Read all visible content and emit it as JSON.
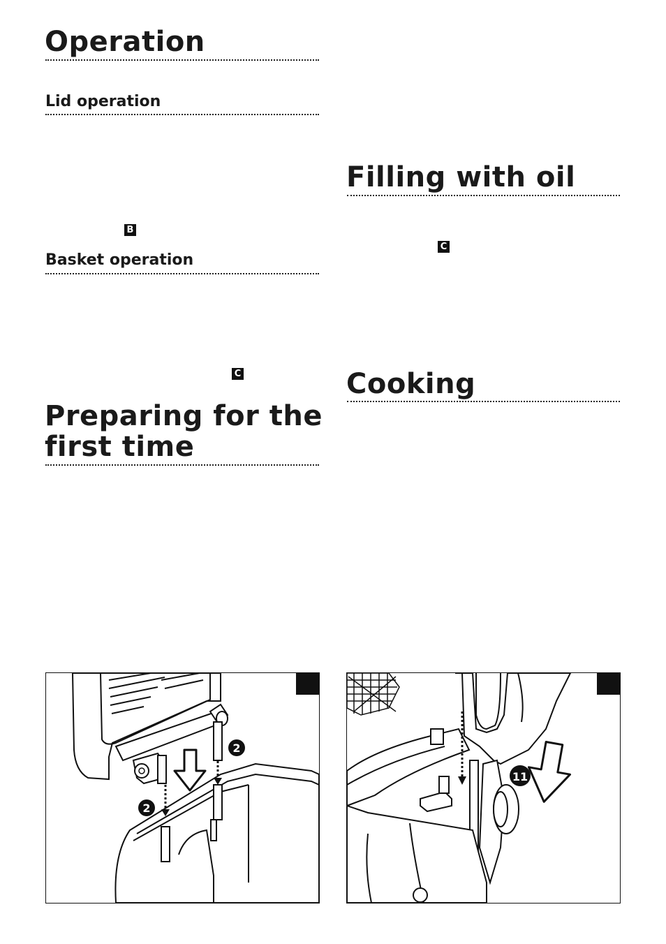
{
  "left_column": {
    "operation_heading": "Operation",
    "lid_operation_heading": "Lid operation",
    "lid_badge": "B",
    "basket_operation_heading": "Basket operation",
    "basket_badge": "C",
    "preparing_heading_line1": "Preparing for the",
    "preparing_heading_line2": "first time"
  },
  "right_column": {
    "filling_heading": "Filling with oil",
    "filling_badge": "C",
    "cooking_heading": "Cooking"
  },
  "figure_left": {
    "callout_top": "2",
    "callout_bottom": "2"
  },
  "figure_right": {
    "callout": "11"
  }
}
